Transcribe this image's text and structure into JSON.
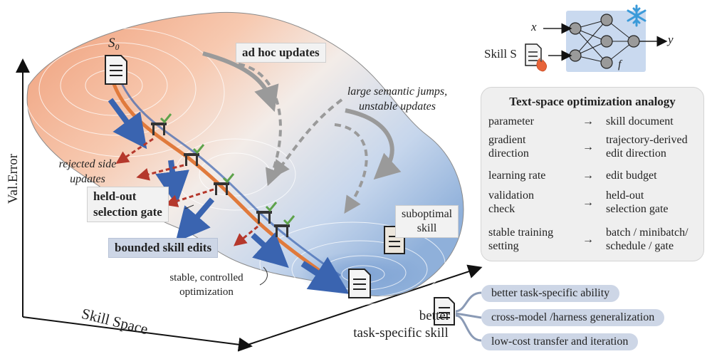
{
  "axes": {
    "y_label": "Val.Error",
    "x_label": "Skill Space"
  },
  "landscape": {
    "start_label": "S₀",
    "ad_hoc_label": "ad hoc updates",
    "jumps_label_1": "large semantic jumps,",
    "jumps_label_2": "unstable updates",
    "rejected_1": "rejected side",
    "rejected_2": "updates",
    "gate_label_1": "held-out",
    "gate_label_2": "selection gate",
    "bounded_label": "bounded skill edits",
    "stable_1": "stable, controlled",
    "stable_2": "optimization",
    "suboptimal_1": "suboptimal",
    "suboptimal_2": "skill",
    "better_1": "better",
    "better_2": "task-specific skill"
  },
  "network": {
    "input_x": "x",
    "input_skill": "Skill S",
    "output_y": "y",
    "func": "f"
  },
  "analogy": {
    "title": "Text-space optimization analogy",
    "arrow": "→",
    "rows": [
      {
        "left_1": "parameter",
        "left_2": "",
        "right_1": "skill document",
        "right_2": ""
      },
      {
        "left_1": "gradient",
        "left_2": "direction",
        "right_1": "trajectory-derived",
        "right_2": "edit direction"
      },
      {
        "left_1": "learning rate",
        "left_2": "",
        "right_1": "edit budget",
        "right_2": ""
      },
      {
        "left_1": "validation",
        "left_2": "check",
        "right_1": "held-out",
        "right_2": "selection gate"
      },
      {
        "left_1": "stable training",
        "left_2": "setting",
        "right_1": "batch / minibatch/",
        "right_2": "schedule / gate"
      }
    ]
  },
  "outcomes": [
    "better task-specific ability",
    "cross-model /harness generalization",
    "low-cost transfer and iteration"
  ],
  "colors": {
    "warm": "#f2a37c",
    "cool": "#a9c3e4",
    "blue_arrow": "#3a64b0",
    "orange_line": "#e07a3c",
    "red_arrow": "#b5382c",
    "gray_arrow": "#9a9a9a",
    "check": "#5ea34b"
  }
}
